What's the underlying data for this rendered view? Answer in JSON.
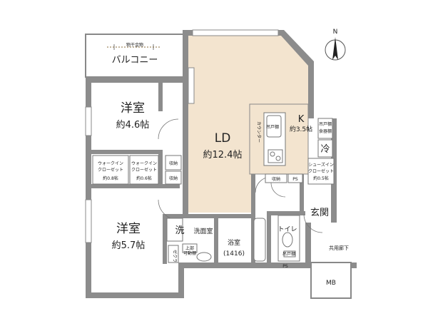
{
  "compass": {
    "label": "N"
  },
  "rooms": {
    "balcony": {
      "label": "バルコニー",
      "rack_label": "物干金物"
    },
    "western1": {
      "label": "洋室",
      "area": "約4.6帖"
    },
    "western2": {
      "label": "洋室",
      "area": "約5.7帖"
    },
    "ld": {
      "label": "LD",
      "area": "約12.4帖"
    },
    "kitchen": {
      "label": "K",
      "area": "約3.5帖"
    },
    "counter": {
      "label": "カウンター"
    },
    "hanging_cabinet": {
      "label": "吊戸棚",
      "label2": "食器棚"
    },
    "fridge": {
      "label": "冷"
    },
    "walkin1": {
      "label": "ウォークイン",
      "label2": "クローゼット",
      "area": "約0.8帖"
    },
    "walkin2": {
      "label": "ウォークイン",
      "label2": "クローゼット",
      "area": "約0.6帖"
    },
    "storage1": {
      "label": "収納"
    },
    "storage2": {
      "label": "収納"
    },
    "storage3": {
      "label": "収納"
    },
    "ps": {
      "label": "PS"
    },
    "shoes_in": {
      "label": "シューズイン",
      "label2": "クローゼット",
      "area": "約0.5帖"
    },
    "entrance": {
      "label": "玄関"
    },
    "washroom": {
      "label": "洗面室",
      "washer": "洗"
    },
    "bath": {
      "label": "浴室",
      "size": "(1416)"
    },
    "toilet": {
      "label": "トイレ",
      "label_s": "吊戸棚"
    },
    "hall": {
      "label": "共用廊下"
    },
    "mb": {
      "label": "MB"
    },
    "hang_label": {
      "label": "吊戸棚"
    },
    "upper_shelf": {
      "label": "上部",
      "label2": "可動棚"
    },
    "side_label": {
      "label": "ゼクラ"
    },
    "ps_small": {
      "label": "PS"
    }
  }
}
